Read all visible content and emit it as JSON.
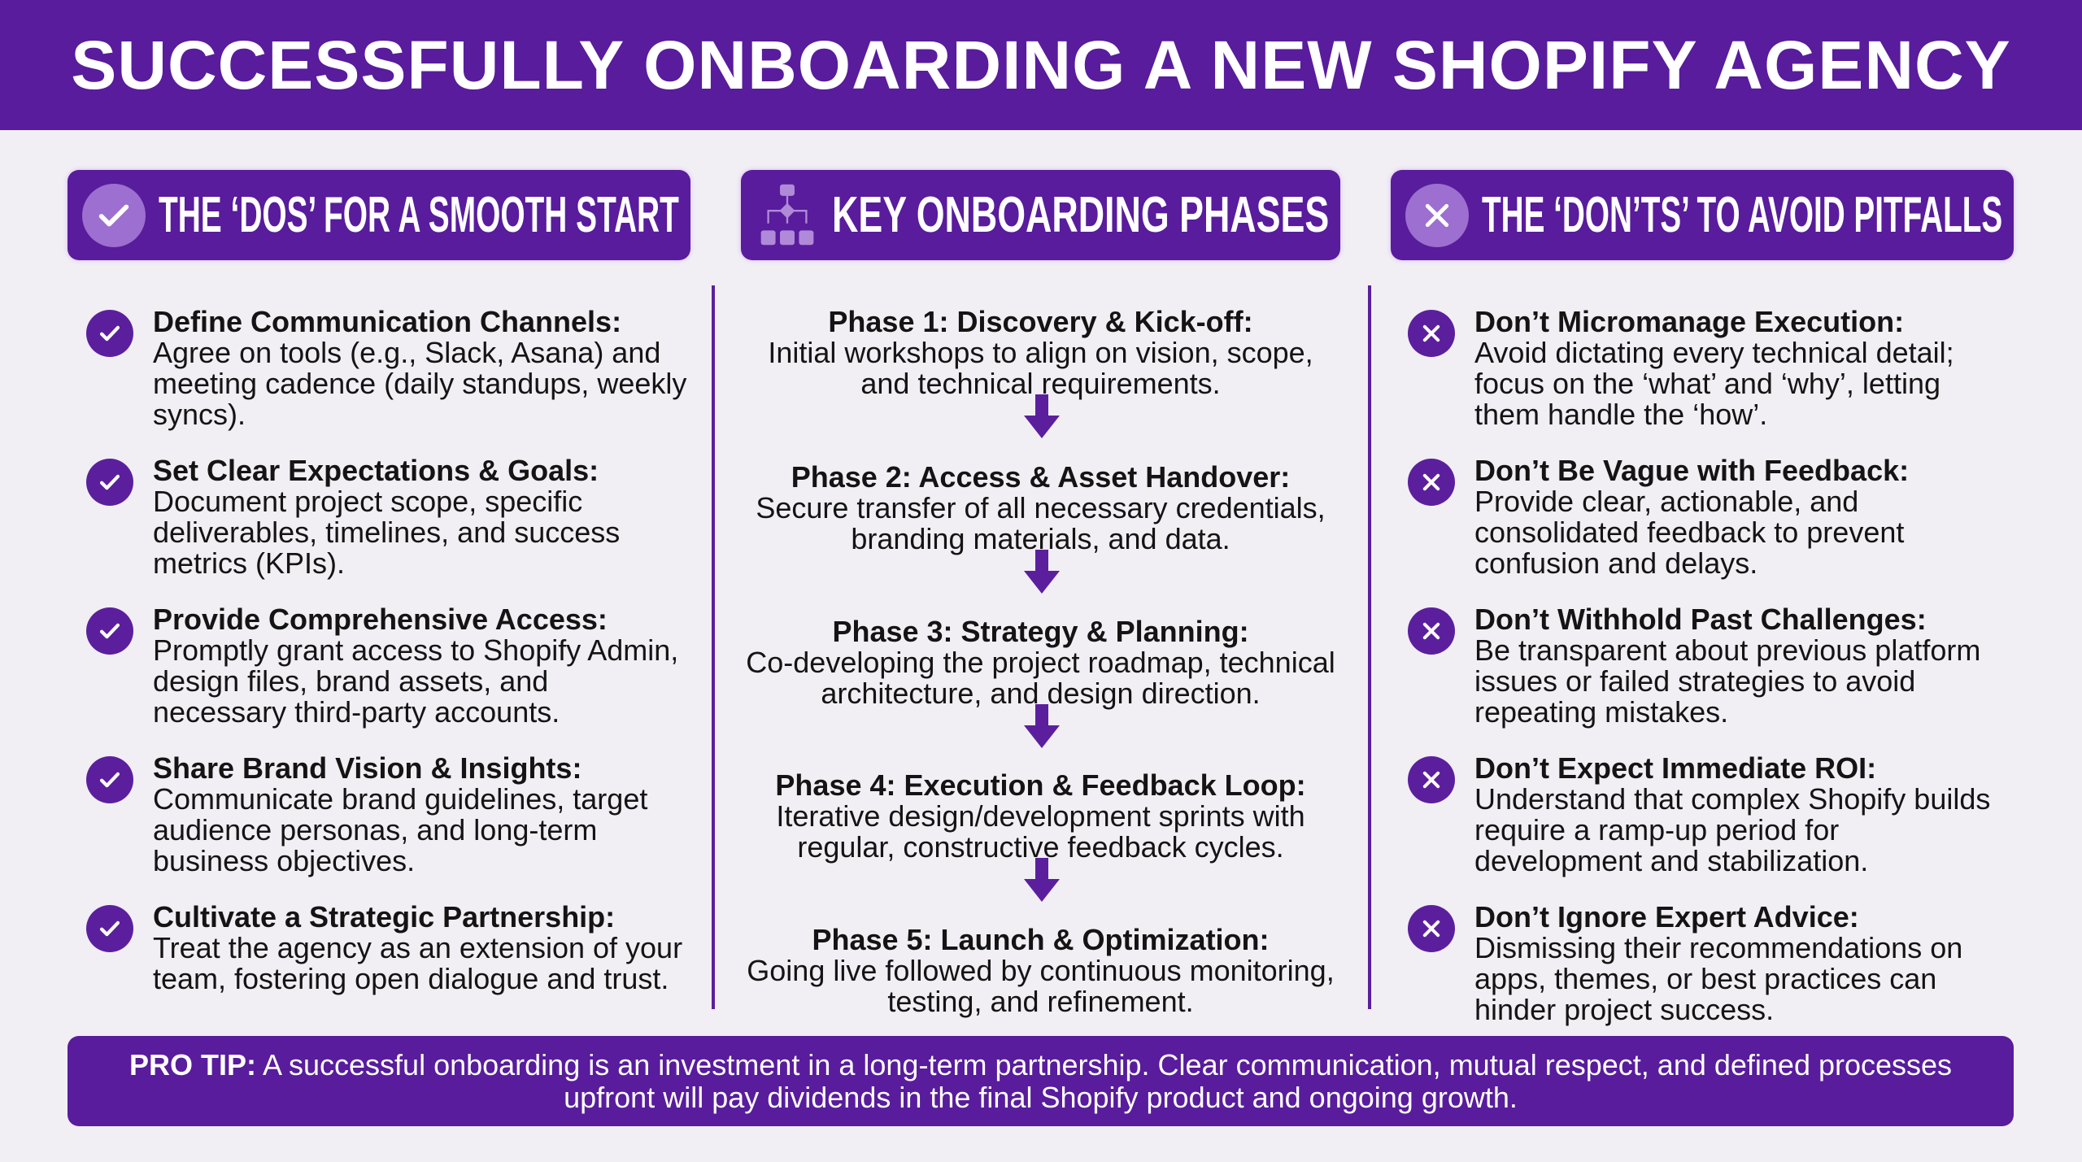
{
  "title": "SUCCESSFULLY ONBOARDING A NEW SHOPIFY AGENCY",
  "colors": {
    "primary": "#581c9c",
    "background": "#f1eef4",
    "icon_light": "#9d6fd0"
  },
  "dos": {
    "heading": "THE ‘DOS’ FOR A SMOOTH START",
    "icon": "check-circle-icon",
    "items": [
      {
        "title": "Define Communication Channels:",
        "text": "Agree on tools (e.g., Slack, Asana) and meeting cadence (daily standups, weekly syncs)."
      },
      {
        "title": "Set Clear Expectations & Goals:",
        "text": "Document project scope, specific deliverables, timelines, and success metrics (KPIs)."
      },
      {
        "title": "Provide Comprehensive Access:",
        "text": "Promptly grant access to Shopify Admin, design files, brand assets, and necessary third-party accounts."
      },
      {
        "title": "Share Brand Vision & Insights:",
        "text": "Communicate brand guidelines, target audience personas, and long-term business objectives."
      },
      {
        "title": "Cultivate a Strategic Partnership:",
        "text": "Treat the agency as an extension of your team, fostering open dialogue and trust."
      }
    ]
  },
  "phases": {
    "heading": "KEY ONBOARDING PHASES",
    "icon": "flowchart-icon",
    "items": [
      {
        "title": "Phase 1: Discovery & Kick-off:",
        "text": "Initial workshops to align on vision, scope, and technical requirements."
      },
      {
        "title": "Phase 2: Access & Asset Handover:",
        "text": "Secure transfer of all necessary credentials, branding materials, and data."
      },
      {
        "title": "Phase 3: Strategy & Planning:",
        "text": "Co-developing the project roadmap, technical architecture, and design direction."
      },
      {
        "title": "Phase 4: Execution & Feedback Loop:",
        "text": "Iterative design/development sprints with regular, constructive feedback cycles."
      },
      {
        "title": "Phase 5: Launch & Optimization:",
        "text": "Going live followed by continuous monitoring, testing, and refinement."
      }
    ]
  },
  "donts": {
    "heading": "THE ‘DON’TS’ TO AVOID PITFALLS",
    "icon": "x-circle-icon",
    "items": [
      {
        "title": "Don’t Micromanage Execution:",
        "text": "Avoid dictating every technical detail; focus on the ‘what’ and ‘why’, letting them handle the ‘how’."
      },
      {
        "title": "Don’t Be Vague with Feedback:",
        "text": "Provide clear, actionable, and consolidated feedback to prevent confusion and delays."
      },
      {
        "title": "Don’t Withhold Past Challenges:",
        "text": "Be transparent about previous platform issues or failed strategies to avoid repeating mistakes."
      },
      {
        "title": "Don’t Expect Immediate ROI:",
        "text": "Understand that complex Shopify builds require a ramp-up period for development and stabilization."
      },
      {
        "title": "Don’t Ignore Expert Advice:",
        "text": "Dismissing their recommendations on apps, themes, or best practices can hinder project success."
      }
    ]
  },
  "pro_tip": {
    "label": "PRO TIP:",
    "text": "A successful onboarding is an investment in a long-term partnership. Clear communication, mutual respect, and defined processes upfront will pay dividends in the final Shopify product and ongoing growth."
  }
}
